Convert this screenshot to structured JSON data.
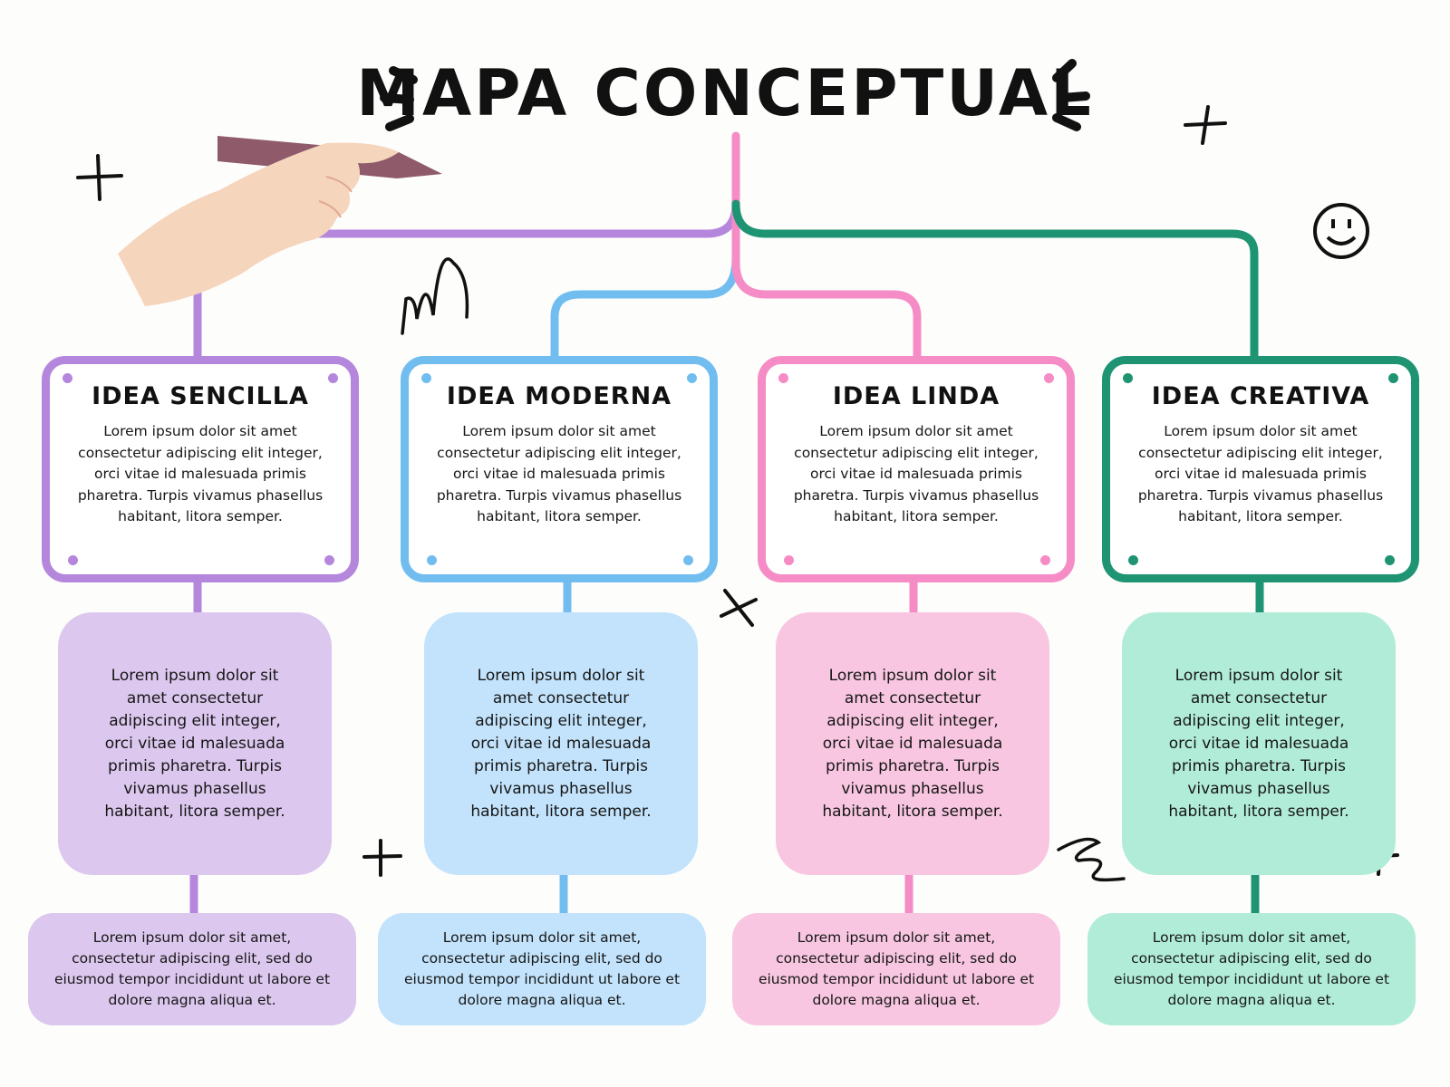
{
  "title": "MAPA CONCEPTUAL",
  "colors": {
    "purple": "#b587dc",
    "blue": "#72bdf0",
    "pink": "#f58cc6",
    "green": "#1f9473",
    "purple_fill": "#dcc7ee",
    "blue_fill": "#c2e3fb",
    "pink_fill": "#f8c6e1",
    "green_fill": "#b1ecd9"
  },
  "columns": [
    {
      "heading": "IDEA SENCILLA",
      "card_text": "Lorem ipsum dolor sit amet consectetur adipiscing elit integer, orci vitae id malesuada primis pharetra. Turpis vivamus phasellus habitant, litora semper.",
      "box_text": "Lorem ipsum dolor sit amet consectetur adipiscing elit integer, orci vitae id malesuada primis pharetra. Turpis vivamus phasellus habitant, litora semper.",
      "footer_text": "Lorem ipsum dolor sit amet, consectetur adipiscing elit, sed do eiusmod tempor incididunt ut labore et dolore magna aliqua et."
    },
    {
      "heading": "IDEA MODERNA",
      "card_text": "Lorem ipsum dolor sit amet consectetur adipiscing elit integer, orci vitae id malesuada primis pharetra. Turpis vivamus phasellus habitant, litora semper.",
      "box_text": "Lorem ipsum dolor sit amet consectetur adipiscing elit integer, orci vitae id malesuada primis pharetra. Turpis vivamus phasellus habitant, litora semper.",
      "footer_text": "Lorem ipsum dolor sit amet, consectetur adipiscing elit, sed do eiusmod tempor incididunt ut labore et dolore magna aliqua et."
    },
    {
      "heading": "IDEA LINDA",
      "card_text": "Lorem ipsum dolor sit amet consectetur adipiscing elit integer, orci vitae id malesuada primis pharetra. Turpis vivamus phasellus habitant, litora semper.",
      "box_text": "Lorem ipsum dolor sit amet consectetur adipiscing elit integer, orci vitae id malesuada primis pharetra. Turpis vivamus phasellus habitant, litora semper.",
      "footer_text": "Lorem ipsum dolor sit amet, consectetur adipiscing elit, sed do eiusmod tempor incididunt ut labore et dolore magna aliqua et."
    },
    {
      "heading": "IDEA CREATIVA",
      "card_text": "Lorem ipsum dolor sit amet consectetur adipiscing elit integer, orci vitae id malesuada primis pharetra. Turpis vivamus phasellus habitant, litora semper.",
      "box_text": "Lorem ipsum dolor sit amet consectetur adipiscing elit integer, orci vitae id malesuada primis pharetra. Turpis vivamus phasellus habitant, litora semper.",
      "footer_text": "Lorem ipsum dolor sit amet, consectetur adipiscing elit, sed do eiusmod tempor incididunt ut labore et dolore magna aliqua et."
    }
  ],
  "decorations": [
    "hand-with-marker",
    "plus-sign",
    "smiley-face",
    "squiggle",
    "dash-marks"
  ]
}
